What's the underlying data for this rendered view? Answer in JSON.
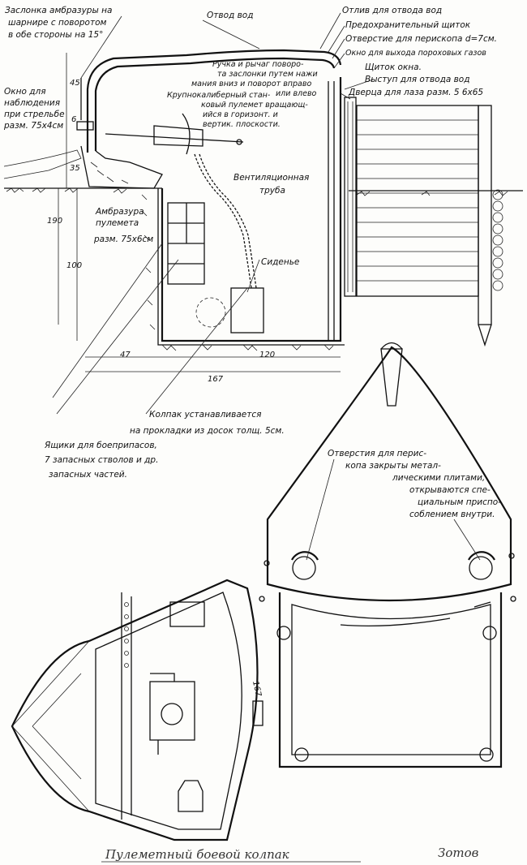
{
  "labels": {
    "embrasure_flap_1": "Заслонка амбразуры на",
    "embrasure_flap_2": "шарнире с поворотом",
    "embrasure_flap_3": "в обе стороны на 15°",
    "water_drain": "Отвод вод",
    "drip_edge": "Отлив для отвода вод",
    "safety_shield": "Предохранительный щиток",
    "periscope_hole": "Отверстие для перископа d=7см.",
    "gas_window": "Окно для выхода пороховых газов",
    "window_shield": "Щиток окна.",
    "water_ledge": "Выступ для отвода вод",
    "hatch_door": "Дверца для лаза разм. 5 6х65",
    "observation_1": "Окно для",
    "observation_2": "наблюдения",
    "observation_3": "при стрельбе",
    "observation_4": "разм. 75х4см",
    "handle_1": "Ручка и рычаг поворо-",
    "handle_2": "та заслонки путем нажи",
    "handle_3": "мания вниз и поворот вправо",
    "handle_4": "или влево",
    "mg_mount_1": "Крупнокалиберный стан-",
    "mg_mount_2": "ковый пулемет вращающ-",
    "mg_mount_3": "ийся в горизонт. и",
    "mg_mount_4": "вертик. плоскости.",
    "ventilation_1": "Вентиляционная",
    "ventilation_2": "труба",
    "mg_embrasure_1": "Амбразура",
    "mg_embrasure_2": "пулемета",
    "mg_embrasure_3": "разм. 75х6см",
    "seat": "Сиденье",
    "cap_1": "Колпак устанавливается",
    "cap_2": "на прокладки из досок толщ. 5см.",
    "ammo_1": "Ящики для боеприпасов,",
    "ammo_2": "7 запасных стволов и др.",
    "ammo_3": "запасных частей.",
    "periscope_holes_1": "Отверстия для перис-",
    "periscope_holes_2": "копа закрыты метал-",
    "periscope_holes_3": "лическими плитами,",
    "periscope_holes_4": "открываются спе-",
    "periscope_holes_5": "циальным приспо-",
    "periscope_holes_6": "соблением внутри."
  },
  "dimensions": {
    "d45": "45",
    "d6": "6",
    "d35": "35",
    "d190": "190",
    "d100": "100",
    "d47": "47",
    "d120": "120",
    "d167": "167",
    "d167b": "167"
  },
  "footer": {
    "title": "Пулеметный боевой колпак",
    "signature": "Зотов"
  }
}
